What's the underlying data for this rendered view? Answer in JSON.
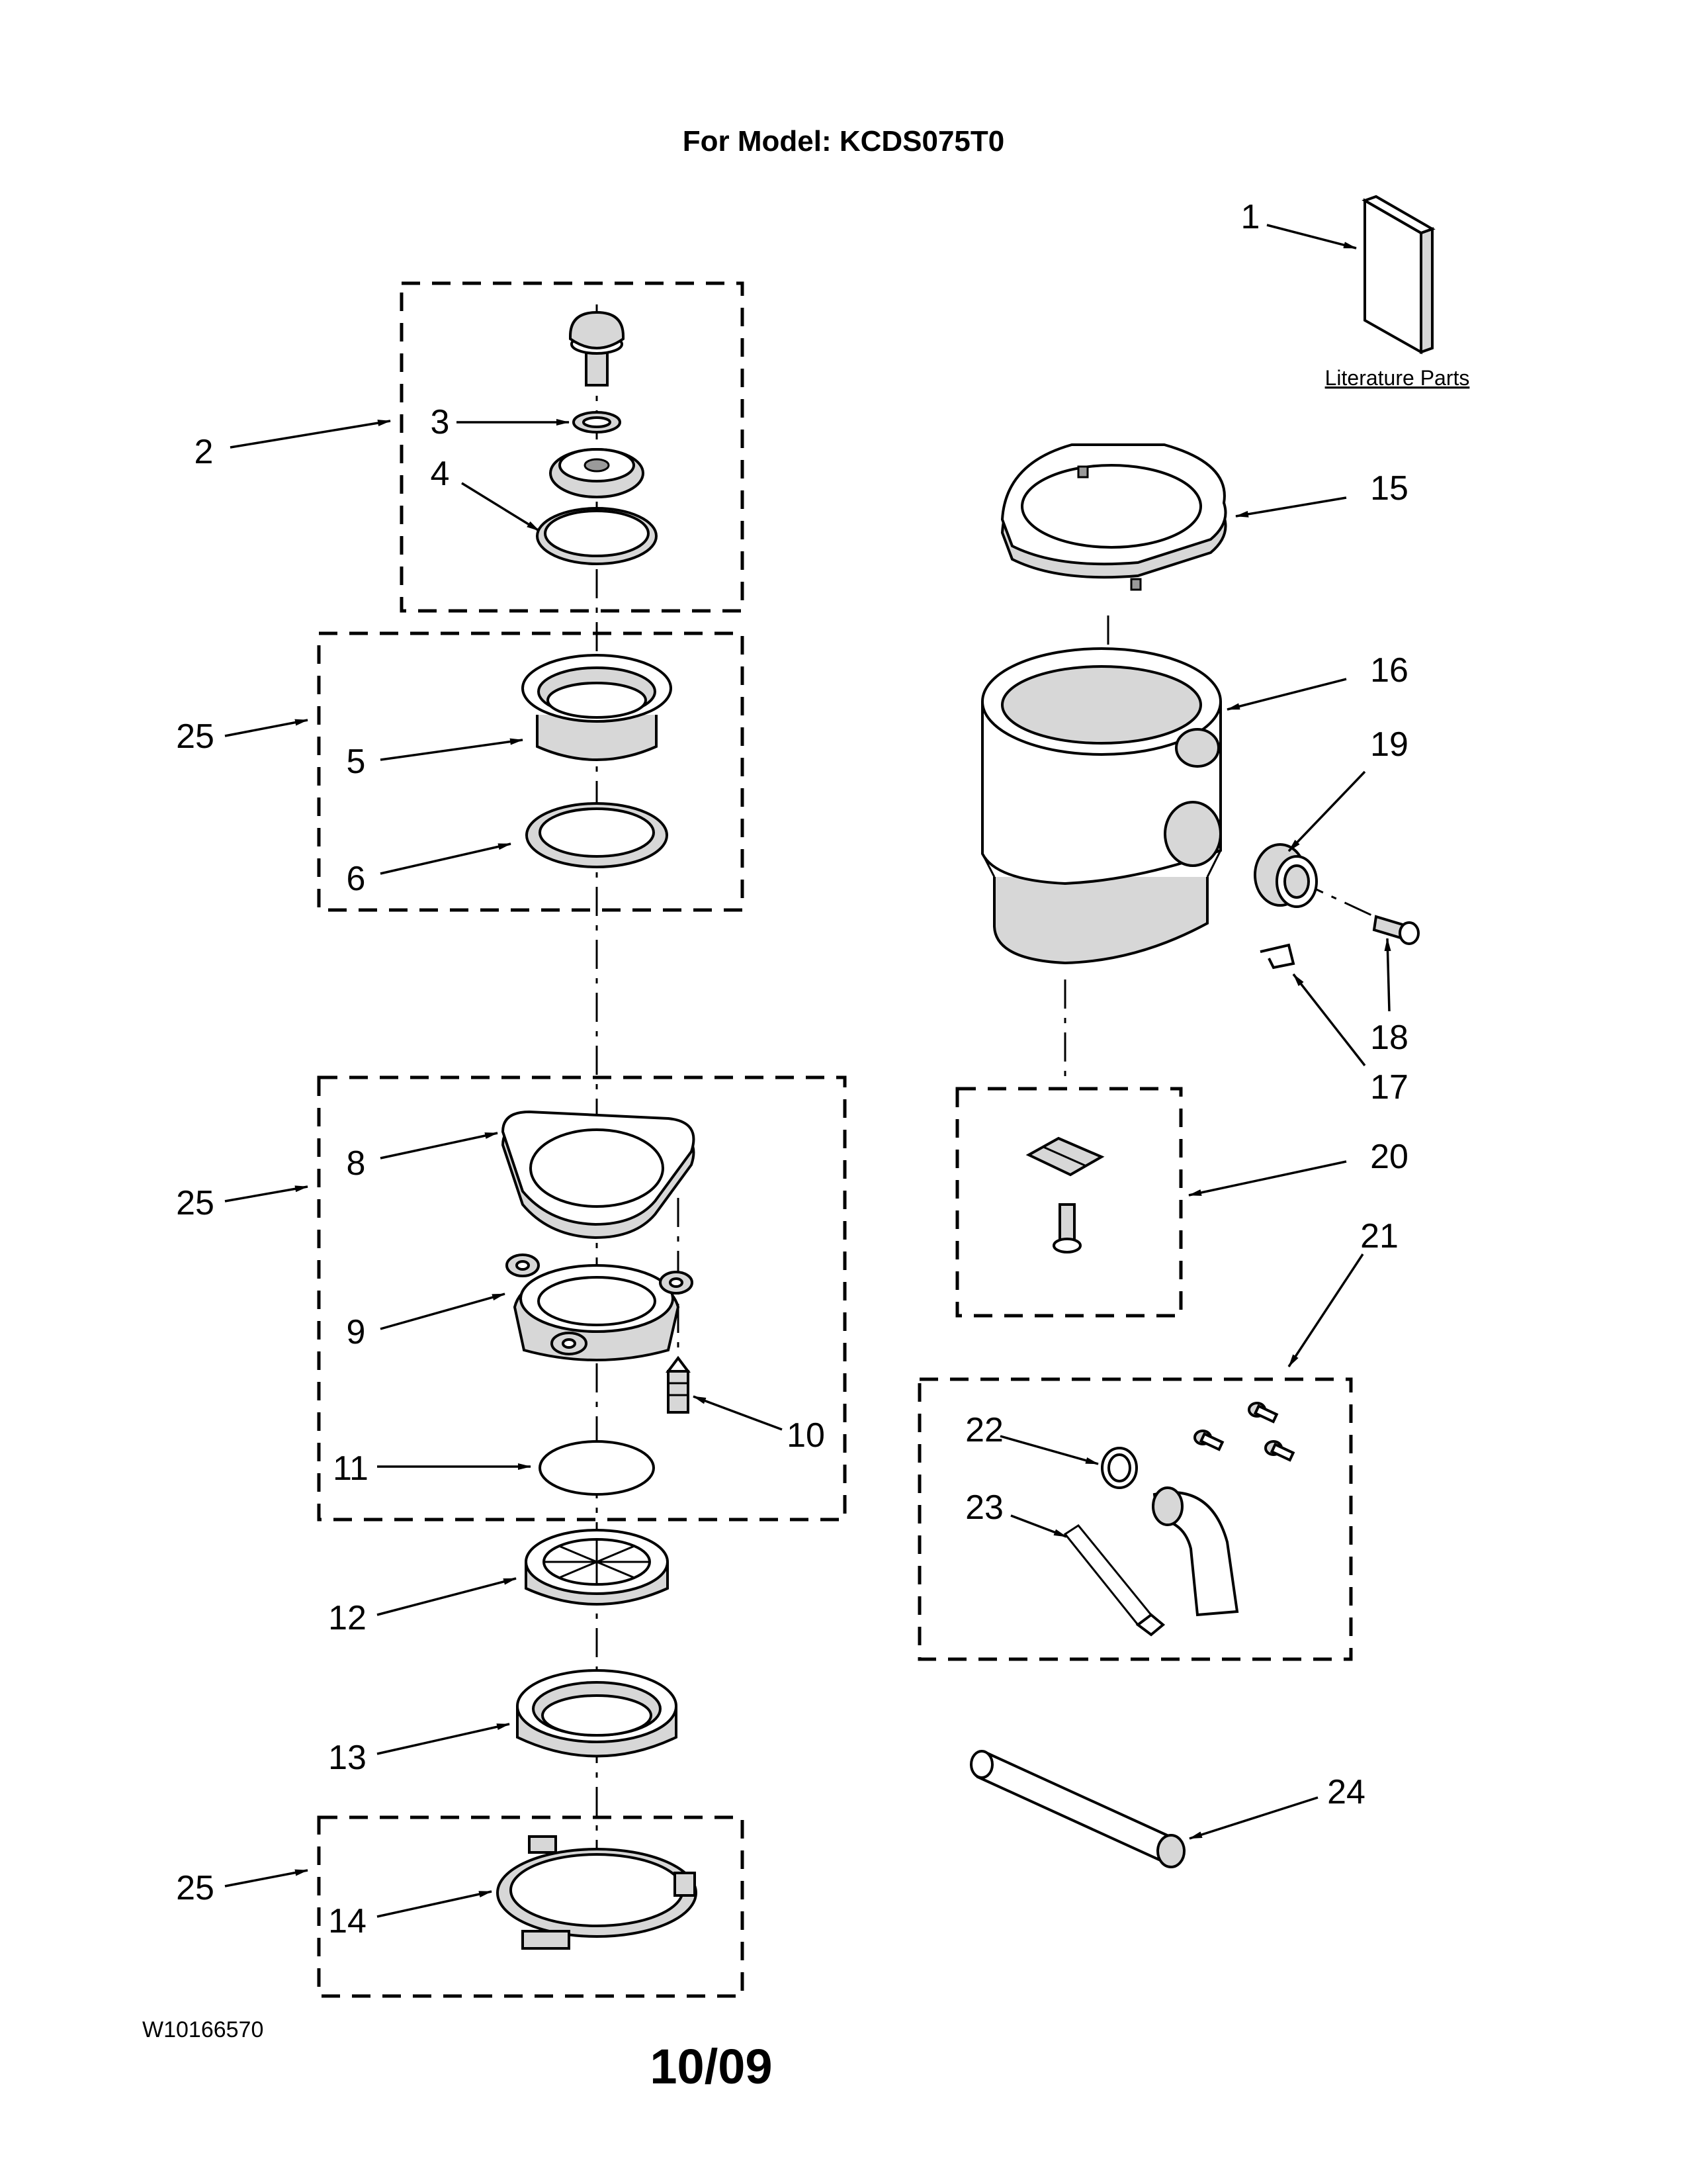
{
  "header": {
    "title": "For Model: KCDS075T0"
  },
  "literature_label": "Literature Parts",
  "callouts": {
    "c1": "1",
    "c2": "2",
    "c3": "3",
    "c4": "4",
    "c5": "5",
    "c6": "6",
    "c8": "8",
    "c9": "9",
    "c10": "10",
    "c11": "11",
    "c12": "12",
    "c13": "13",
    "c14": "14",
    "c15": "15",
    "c16": "16",
    "c17": "17",
    "c18": "18",
    "c19": "19",
    "c20": "20",
    "c21": "21",
    "c22": "22",
    "c23": "23",
    "c24": "24",
    "c25a": "25",
    "c25b": "25",
    "c25c": "25"
  },
  "footer": {
    "doc_number": "W10166570",
    "date": "10/09"
  }
}
